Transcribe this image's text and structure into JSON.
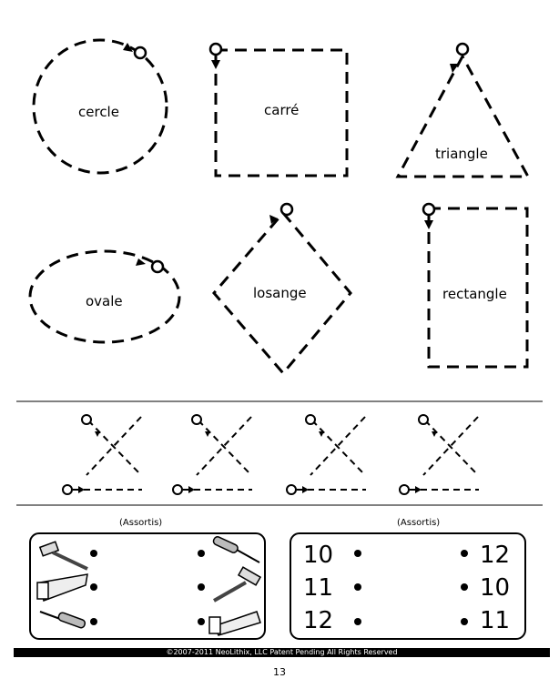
{
  "shapes": {
    "circle": "cercle",
    "square": "carré",
    "triangle": "triangle",
    "oval": "ovale",
    "diamond": "losange",
    "rectangle": "rectangle"
  },
  "matching": {
    "left_title": "(Assortis)",
    "right_title": "(Assortis)",
    "left_column_icons": [
      "hammer-icon",
      "saw-icon",
      "screwdriver-icon"
    ],
    "right_column_icons": [
      "screwdriver-icon",
      "hammer-icon",
      "saw-icon"
    ],
    "left_numbers": [
      "10",
      "11",
      "12"
    ],
    "right_numbers": [
      "12",
      "10",
      "11"
    ]
  },
  "footer": {
    "copyright": "©2007-2011 NeoLithix, LLC  Patent Pending  All Rights Reserved",
    "page_number": "13"
  }
}
